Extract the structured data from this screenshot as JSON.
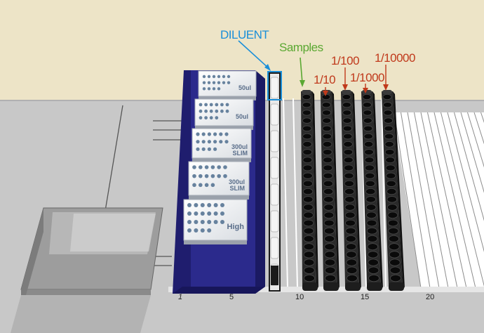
{
  "labels": {
    "diluent": "DILUENT",
    "samples": "Samples",
    "dilutions": [
      "1/10",
      "1/100",
      "1/1000",
      "1/10000"
    ]
  },
  "tip_boxes": [
    {
      "line1": "50ul",
      "line2": ""
    },
    {
      "line1": "50ul",
      "line2": ""
    },
    {
      "line1": "300ul",
      "line2": "SLIM"
    },
    {
      "line1": "300ul",
      "line2": "SLIM"
    },
    {
      "line1": "High",
      "line2": ""
    }
  ],
  "deck_positions": [
    "1",
    "5",
    "10",
    "15",
    "20"
  ],
  "colors": {
    "diluent": "#1a8fd9",
    "samples": "#5aa832",
    "dilution": "#c0391b",
    "carrier": "#2b2a8c",
    "wall": "#ece3c6",
    "deck": "#c8c8c8"
  }
}
